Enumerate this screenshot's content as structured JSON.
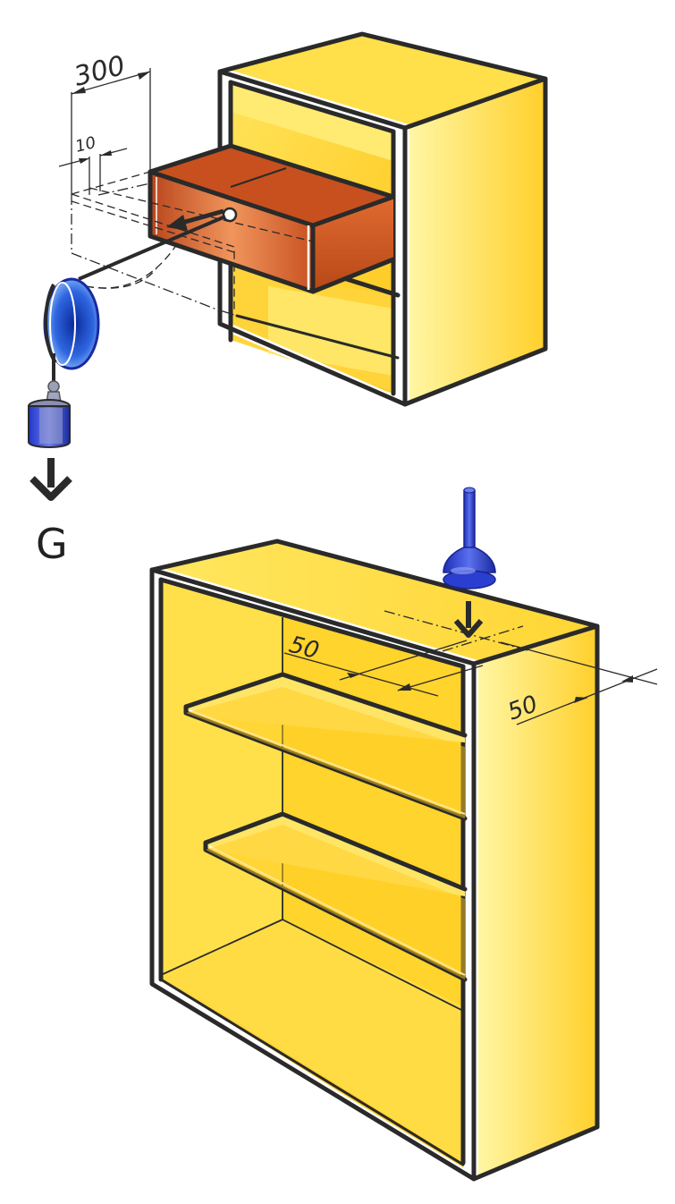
{
  "drawer_test": {
    "dimension_depth": "300",
    "dimension_offset": "10",
    "force_label": "G"
  },
  "shelf_test": {
    "dimension_front": "50",
    "dimension_side": "50"
  },
  "colors": {
    "carcass_yellow": "#ffd83a",
    "carcass_light": "#fff6a0",
    "drawer_orange": "#d8662e",
    "weight_blue": "#2a3fd0",
    "outline": "#2a2a2a"
  }
}
